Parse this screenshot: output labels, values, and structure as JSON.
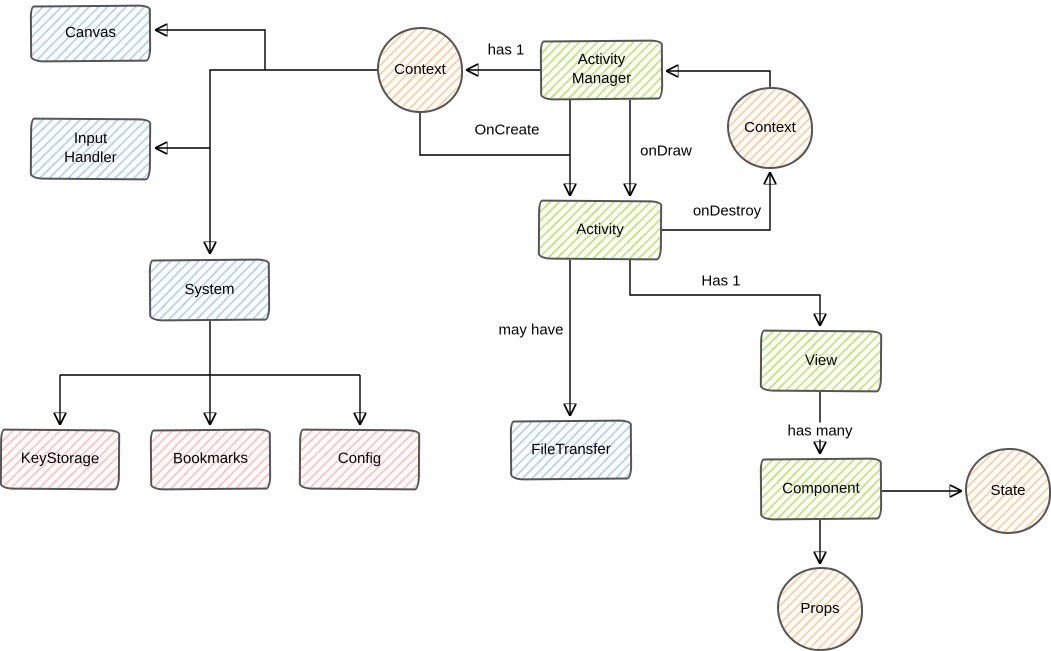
{
  "diagram": {
    "nodes": {
      "canvas": {
        "label": "Canvas",
        "shape": "rectangle",
        "color_key": "blue"
      },
      "input_handler": {
        "label": "Input Handler",
        "shape": "rectangle",
        "color_key": "blue"
      },
      "system": {
        "label": "System",
        "shape": "rectangle",
        "color_key": "blue"
      },
      "key_storage": {
        "label": "KeyStorage",
        "shape": "rectangle",
        "color_key": "red"
      },
      "bookmarks": {
        "label": "Bookmarks",
        "shape": "rectangle",
        "color_key": "red"
      },
      "config": {
        "label": "Config",
        "shape": "rectangle",
        "color_key": "red"
      },
      "context_left": {
        "label": "Context",
        "shape": "circle",
        "color_key": "orange"
      },
      "activity_manager": {
        "label": "Activity Manager",
        "shape": "rectangle",
        "color_key": "green"
      },
      "context_right": {
        "label": "Context",
        "shape": "circle",
        "color_key": "orange"
      },
      "activity": {
        "label": "Activity",
        "shape": "rectangle",
        "color_key": "green"
      },
      "file_transfer": {
        "label": "FileTransfer",
        "shape": "rectangle",
        "color_key": "blue"
      },
      "view": {
        "label": "View",
        "shape": "rectangle",
        "color_key": "green"
      },
      "component": {
        "label": "Component",
        "shape": "rectangle",
        "color_key": "green"
      },
      "state": {
        "label": "State",
        "shape": "circle",
        "color_key": "orange"
      },
      "props": {
        "label": "Props",
        "shape": "circle",
        "color_key": "orange"
      }
    },
    "edge_labels": {
      "has_1_top": "has 1",
      "on_create": "OnCreate",
      "on_draw": "onDraw",
      "on_destroy": "onDestroy",
      "may_have": "may have",
      "has_1_bottom": "Has 1",
      "has_many": "has many"
    },
    "colors": {
      "blue_hatch": "#86adde",
      "green_hatch": "#a0d44a",
      "red_hatch": "#ee9892",
      "orange_hatch": "#f5aa68",
      "node_stroke": "#555555",
      "edge_stroke": "#000000",
      "text": "#000000"
    }
  }
}
